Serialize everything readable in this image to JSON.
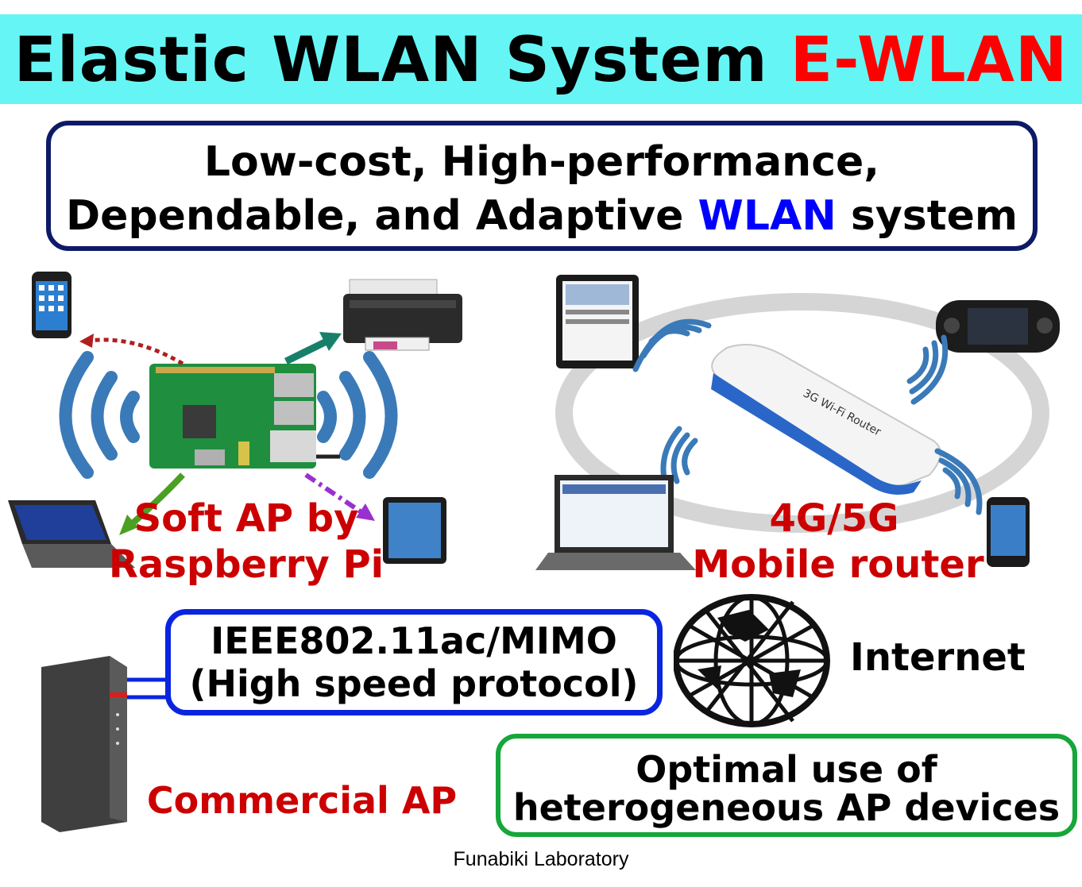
{
  "banner": {
    "title_main": "Elastic WLAN System ",
    "title_accent": "E-WLAN",
    "colors": {
      "background": "#66f5f5",
      "accent": "#ff0000"
    }
  },
  "subtitle": {
    "line1": "Low-cost, High-performance,",
    "line2_before": "Dependable, and Adaptive ",
    "line2_highlight": "WLAN",
    "line2_after": " system"
  },
  "soft_ap": {
    "line1": "Soft AP by",
    "line2": "Raspberry Pi"
  },
  "mobile_router": {
    "line1": "4G/5G",
    "line2": "Mobile router",
    "device_text": "3G Wi-Fi Router"
  },
  "protocol_box": {
    "line1": "IEEE802.11ac/MIMO",
    "line2": "(High speed protocol)"
  },
  "internet": {
    "label": "Internet"
  },
  "commercial_ap": {
    "label": "Commercial AP"
  },
  "optimal_box": {
    "line1": "Optimal use of",
    "line2": "heterogeneous AP devices"
  },
  "footer": {
    "text": "Funabiki Laboratory"
  },
  "icons": [
    "smartphone-icon",
    "printer-icon",
    "raspberry-pi-board",
    "laptop-icon",
    "tablet-icon",
    "game-console-icon",
    "wifi-router-icon",
    "globe-icon",
    "commercial-router-icon",
    "wifi-waves-icon"
  ]
}
